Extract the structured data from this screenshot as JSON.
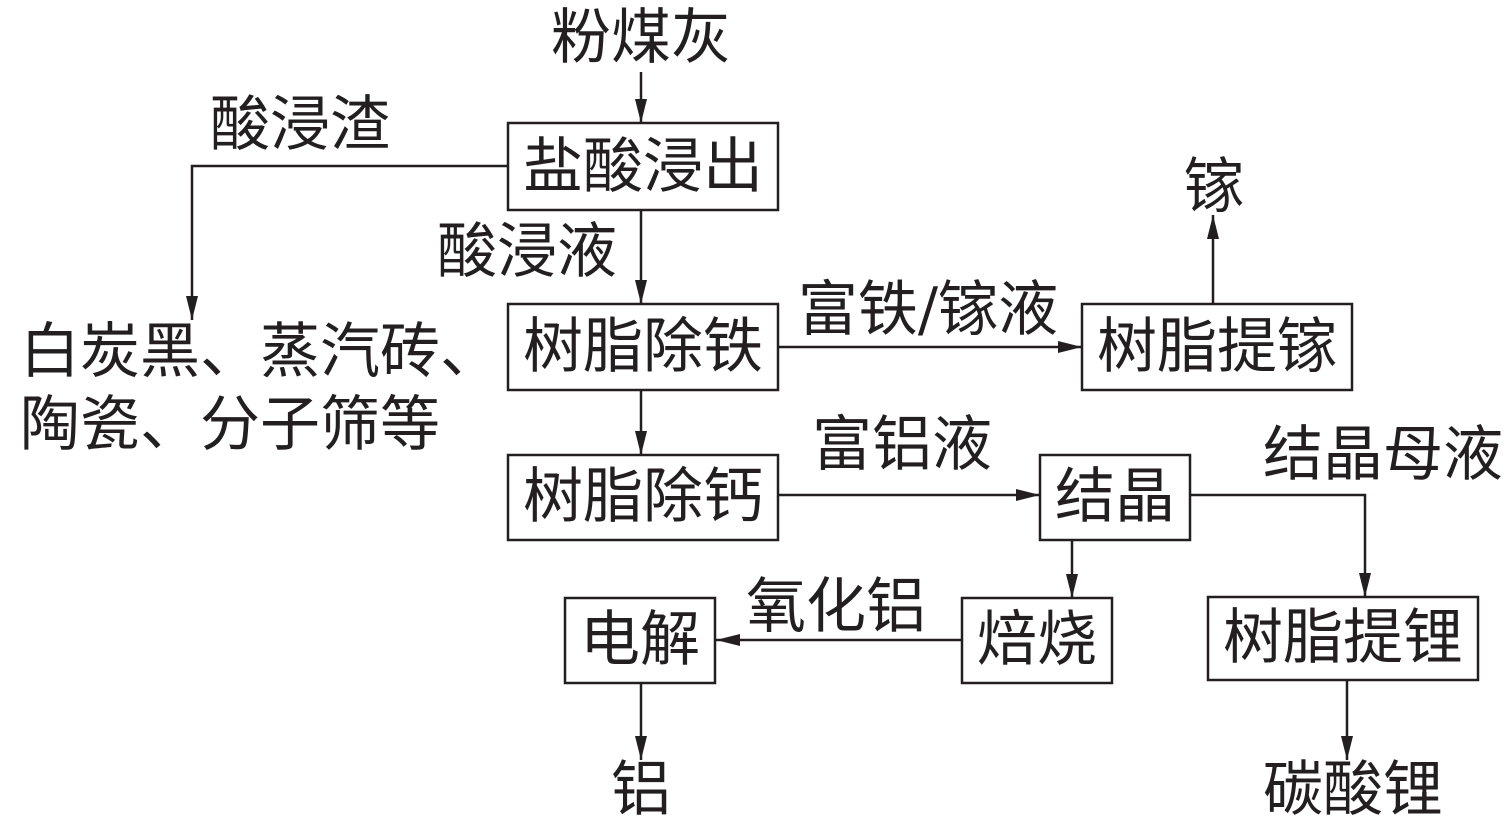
{
  "diagram": {
    "source": "粉煤灰",
    "nodes": {
      "leach": "盐酸浸出",
      "iron_removal": "树脂除铁",
      "gallium_extraction": "树脂提镓",
      "calcium_removal": "树脂除钙",
      "crystallization": "结晶",
      "roasting": "焙烧",
      "electrolysis": "电解",
      "lithium_extraction": "树脂提锂"
    },
    "edge_labels": {
      "acid_residue": "酸浸渣",
      "acid_leachate": "酸浸液",
      "iron_gallium_liquor": "富铁/镓液",
      "aluminum_liquor": "富铝液",
      "mother_liquor": "结晶母液",
      "alumina": "氧化铝"
    },
    "products": {
      "residue_uses_line1": "白炭黑、蒸汽砖、",
      "residue_uses_line2": "陶瓷、分子筛等",
      "gallium": "镓",
      "aluminum": "铝",
      "lithium_carbonate": "碳酸锂"
    }
  }
}
